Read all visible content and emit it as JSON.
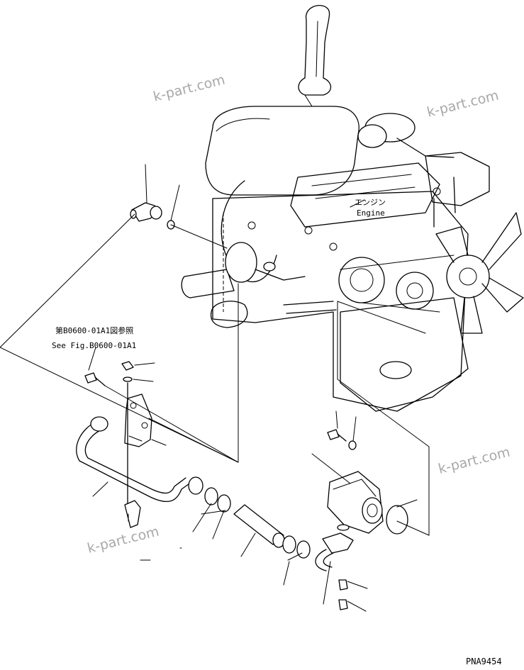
{
  "labels": {
    "engine_jp": "エンジン",
    "engine_en": "Engine",
    "ref_jp": "第B0600-01A1図参照",
    "ref_en": "See Fig.B0600-01A1",
    "drawing_no": "PNA9454"
  },
  "watermarks": [
    "k-part.com",
    "k-part.com",
    "k-part.com",
    "k-part.com"
  ]
}
